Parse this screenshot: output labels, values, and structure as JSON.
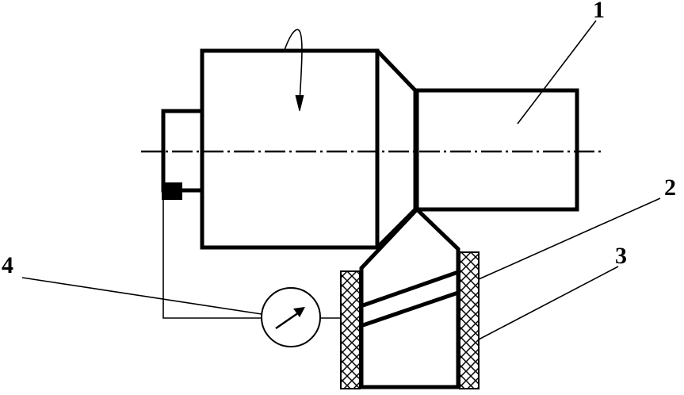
{
  "figure": {
    "callouts": [
      {
        "id": "1",
        "label": "1"
      },
      {
        "id": "2",
        "label": "2"
      },
      {
        "id": "3",
        "label": "3"
      },
      {
        "id": "4",
        "label": "4"
      }
    ],
    "colors": {
      "ink": "#000000",
      "background": "#ffffff"
    }
  }
}
